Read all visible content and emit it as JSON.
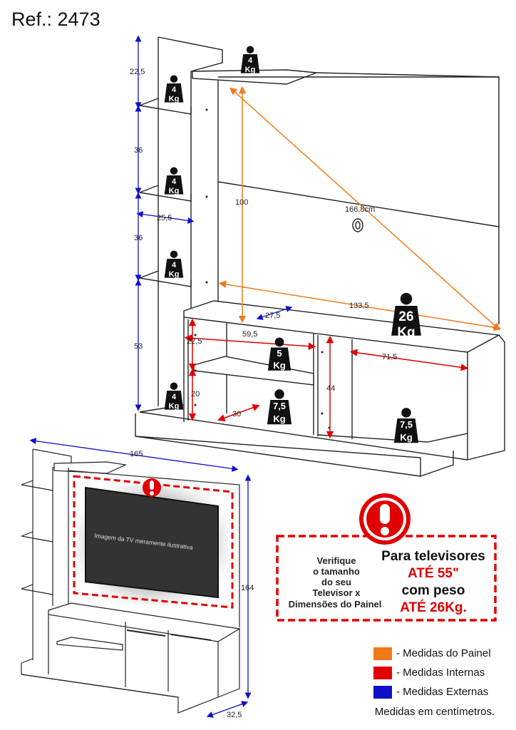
{
  "reference": "Ref.: 2473",
  "colors": {
    "painel": "#f07a1a",
    "internas": "#e00000",
    "externas": "#1010c8",
    "weight_tag": "#111111",
    "tv_screen": "#333333",
    "warning": "#e00000"
  },
  "main_drawing": {
    "dimensions_externas": [
      "22,5",
      "36",
      "36",
      "53",
      "25,5",
      "27,5"
    ],
    "dimensions_painel": [
      "100",
      "166,8cm",
      "133,5"
    ],
    "dimensions_internas": [
      "22,5",
      "59,5",
      "71,5",
      "20",
      "30",
      "44"
    ],
    "weights": [
      {
        "value": "4",
        "unit": "Kg"
      },
      {
        "value": "4",
        "unit": "Kg"
      },
      {
        "value": "4",
        "unit": "Kg"
      },
      {
        "value": "4",
        "unit": "Kg"
      },
      {
        "value": "4",
        "unit": "Kg"
      },
      {
        "value": "26",
        "unit": "Kg"
      },
      {
        "value": "5",
        "unit": "Kg"
      },
      {
        "value": "7,5",
        "unit": "Kg"
      },
      {
        "value": "7,5",
        "unit": "Kg"
      }
    ]
  },
  "small_drawing": {
    "width": "165",
    "height": "164",
    "depth": "32,5",
    "tv_caption": "Imagem da TV meramente ilustrativa"
  },
  "warning": {
    "left_lines": [
      "Verifique",
      "o tamanho",
      "do seu",
      "Televisor x",
      "Dimensões do Painel"
    ],
    "line1": "Para televisores",
    "line2": "ATÉ 55\"",
    "line3": "com peso",
    "line4": "ATÉ 26Kg."
  },
  "legend": {
    "items": [
      {
        "label": "- Medidas do Painel",
        "color": "#f07a1a"
      },
      {
        "label": "- Medidas Internas",
        "color": "#e00000"
      },
      {
        "label": "- Medidas Externas",
        "color": "#1010c8"
      }
    ],
    "note": "Medidas em centímetros."
  }
}
